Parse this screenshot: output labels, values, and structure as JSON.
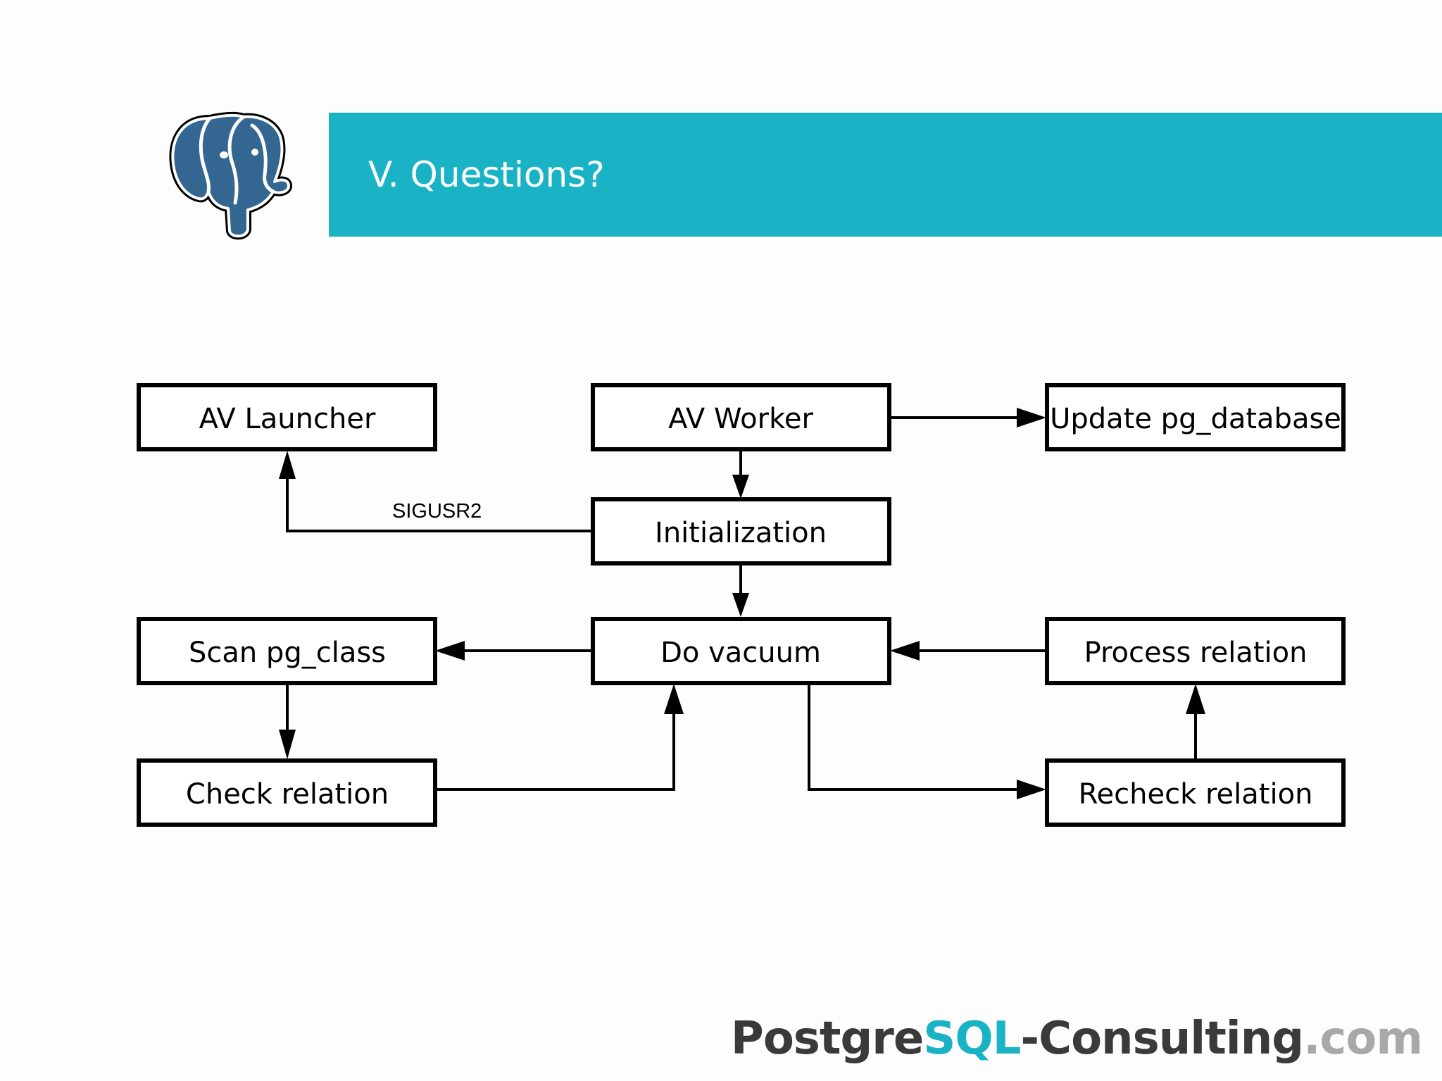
{
  "slide": {
    "title": "V. Questions?",
    "logo_icon": "postgresql-elephant-icon"
  },
  "diagram": {
    "nodes": {
      "av_launcher": "AV Launcher",
      "av_worker": "AV Worker",
      "update_pg_database": "Update pg_database",
      "initialization": "Initialization",
      "scan_pg_class": "Scan pg_class",
      "do_vacuum": "Do vacuum",
      "process_relation": "Process relation",
      "check_relation": "Check relation",
      "recheck_relation": "Recheck relation"
    },
    "edge_labels": {
      "sigusr2": "SIGUSR2"
    }
  },
  "footer": {
    "brand_part1": "Postgre",
    "brand_part2": "SQL",
    "brand_part3": "-Consulting",
    "brand_part4": ".com"
  },
  "colors": {
    "accent": "#1ab3c6",
    "logo_blue": "#336791",
    "text_dark": "#3a3a3a",
    "text_light": "#a8a8a8"
  }
}
